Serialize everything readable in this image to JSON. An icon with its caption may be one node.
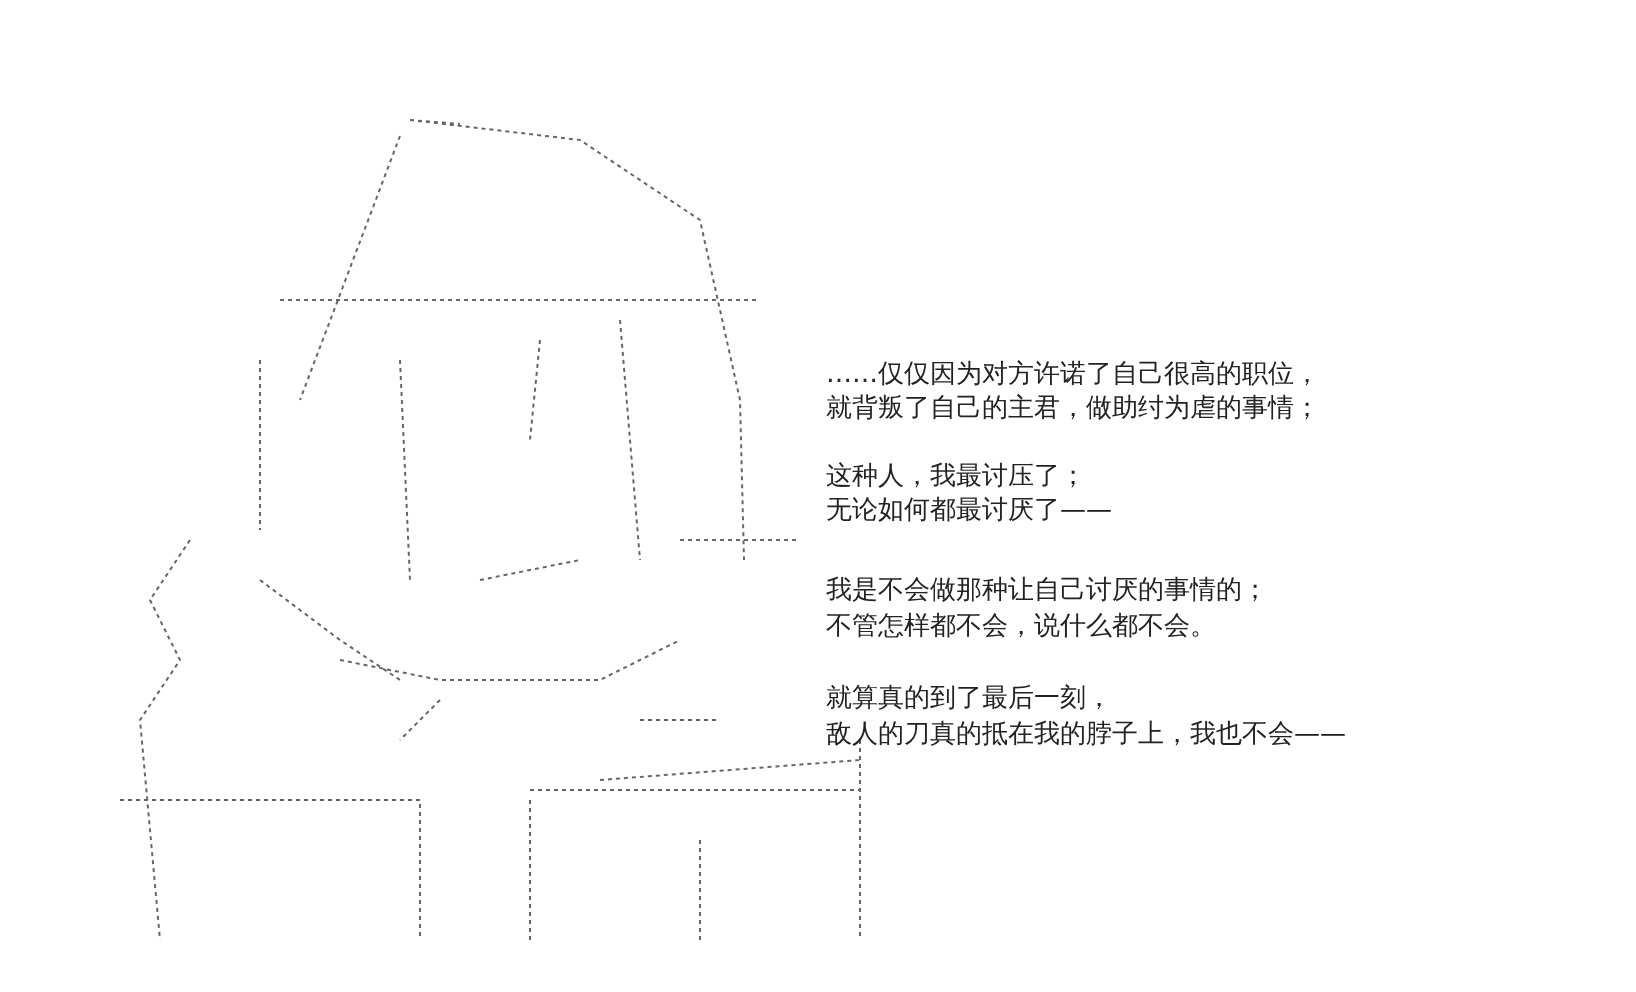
{
  "diagram": {
    "labels": [
      "……仅仅因为对方许诺了自己很高的职位，",
      "就背叛了自己的主君，做助纣为虐的事情；",
      "这种人，我最讨压了；",
      "无论如何都最讨厌了——",
      "我是不会做那种让自己讨厌的事情的；",
      "不管怎样都不会，说什么都不会。",
      "就算真的到了最后一刻，",
      "敌人的刀真的抵在我的脖子上，我也不会——"
    ]
  }
}
